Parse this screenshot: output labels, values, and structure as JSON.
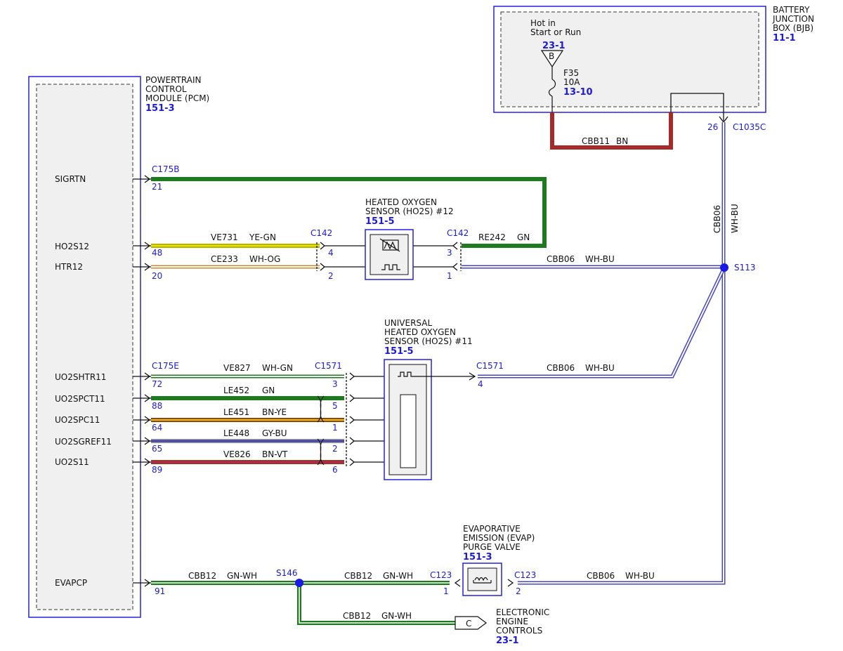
{
  "pcm": {
    "title_lines": [
      "POWERTRAIN",
      "CONTROL",
      "MODULE (PCM)"
    ],
    "ref": "151-3",
    "pins": [
      "SIGRTN",
      "HO2S12",
      "HTR12",
      "UO2SHTR11",
      "UO2SPCT11",
      "UO2SPC11",
      "UO2SGREF11",
      "UO2S11",
      "EVAPCP"
    ]
  },
  "bjb": {
    "title_lines": [
      "BATTERY",
      "JUNCTION",
      "BOX (BJB)"
    ],
    "ref": "11-1",
    "hot_lines": [
      "Hot in",
      "Start or Run"
    ],
    "bus_ref": "23-1",
    "bus_letter": "B",
    "fuse_name": "F35",
    "fuse_rating": "10A",
    "fuse_ref": "13-10"
  },
  "ho2s12": {
    "title_lines": [
      "HEATED OXYGEN",
      "SENSOR (HO2S) #12"
    ],
    "ref": "151-5"
  },
  "uho2s11": {
    "title_lines": [
      "UNIVERSAL",
      "HEATED OXYGEN",
      "SENSOR (HO2S) #11"
    ],
    "ref": "151-5"
  },
  "evap": {
    "title_lines": [
      "EVAPORATIVE",
      "EMISSION (EVAP)",
      "PURGE VALVE"
    ],
    "ref": "151-3"
  },
  "eec": {
    "title_lines": [
      "ELECTRONIC",
      "ENGINE",
      "CONTROLS"
    ],
    "ref": "23-1",
    "letter": "C"
  },
  "connectors": {
    "c175b": "C175B",
    "c175e": "C175E",
    "c142": "C142",
    "c1571": "C1571",
    "c123": "C123",
    "c1035c": "C1035C",
    "s113": "S113",
    "s146": "S146"
  },
  "pin_numbers": {
    "p21": "21",
    "p48": "48",
    "p20": "20",
    "p72": "72",
    "p88": "88",
    "p64": "64",
    "p65": "65",
    "p89": "89",
    "p91": "91",
    "p4": "4",
    "p2": "2",
    "p3": "3",
    "p1": "1",
    "p5": "5",
    "p6": "6",
    "p26": "26"
  },
  "wires": {
    "cbb11": {
      "circuit": "CBB11",
      "color": "BN"
    },
    "re242": {
      "circuit": "RE242",
      "color": "GN"
    },
    "ve731": {
      "circuit": "VE731",
      "color": "YE-GN"
    },
    "ce233": {
      "circuit": "CE233",
      "color": "WH-OG"
    },
    "cbb06": {
      "circuit": "CBB06",
      "color": "WH-BU"
    },
    "ve827": {
      "circuit": "VE827",
      "color": "WH-GN"
    },
    "le452": {
      "circuit": "LE452",
      "color": "GN"
    },
    "le451": {
      "circuit": "LE451",
      "color": "BN-YE"
    },
    "le448": {
      "circuit": "LE448",
      "color": "GY-BU"
    },
    "ve826": {
      "circuit": "VE826",
      "color": "BN-VT"
    },
    "cbb12": {
      "circuit": "CBB12",
      "color": "GN-WH"
    }
  }
}
